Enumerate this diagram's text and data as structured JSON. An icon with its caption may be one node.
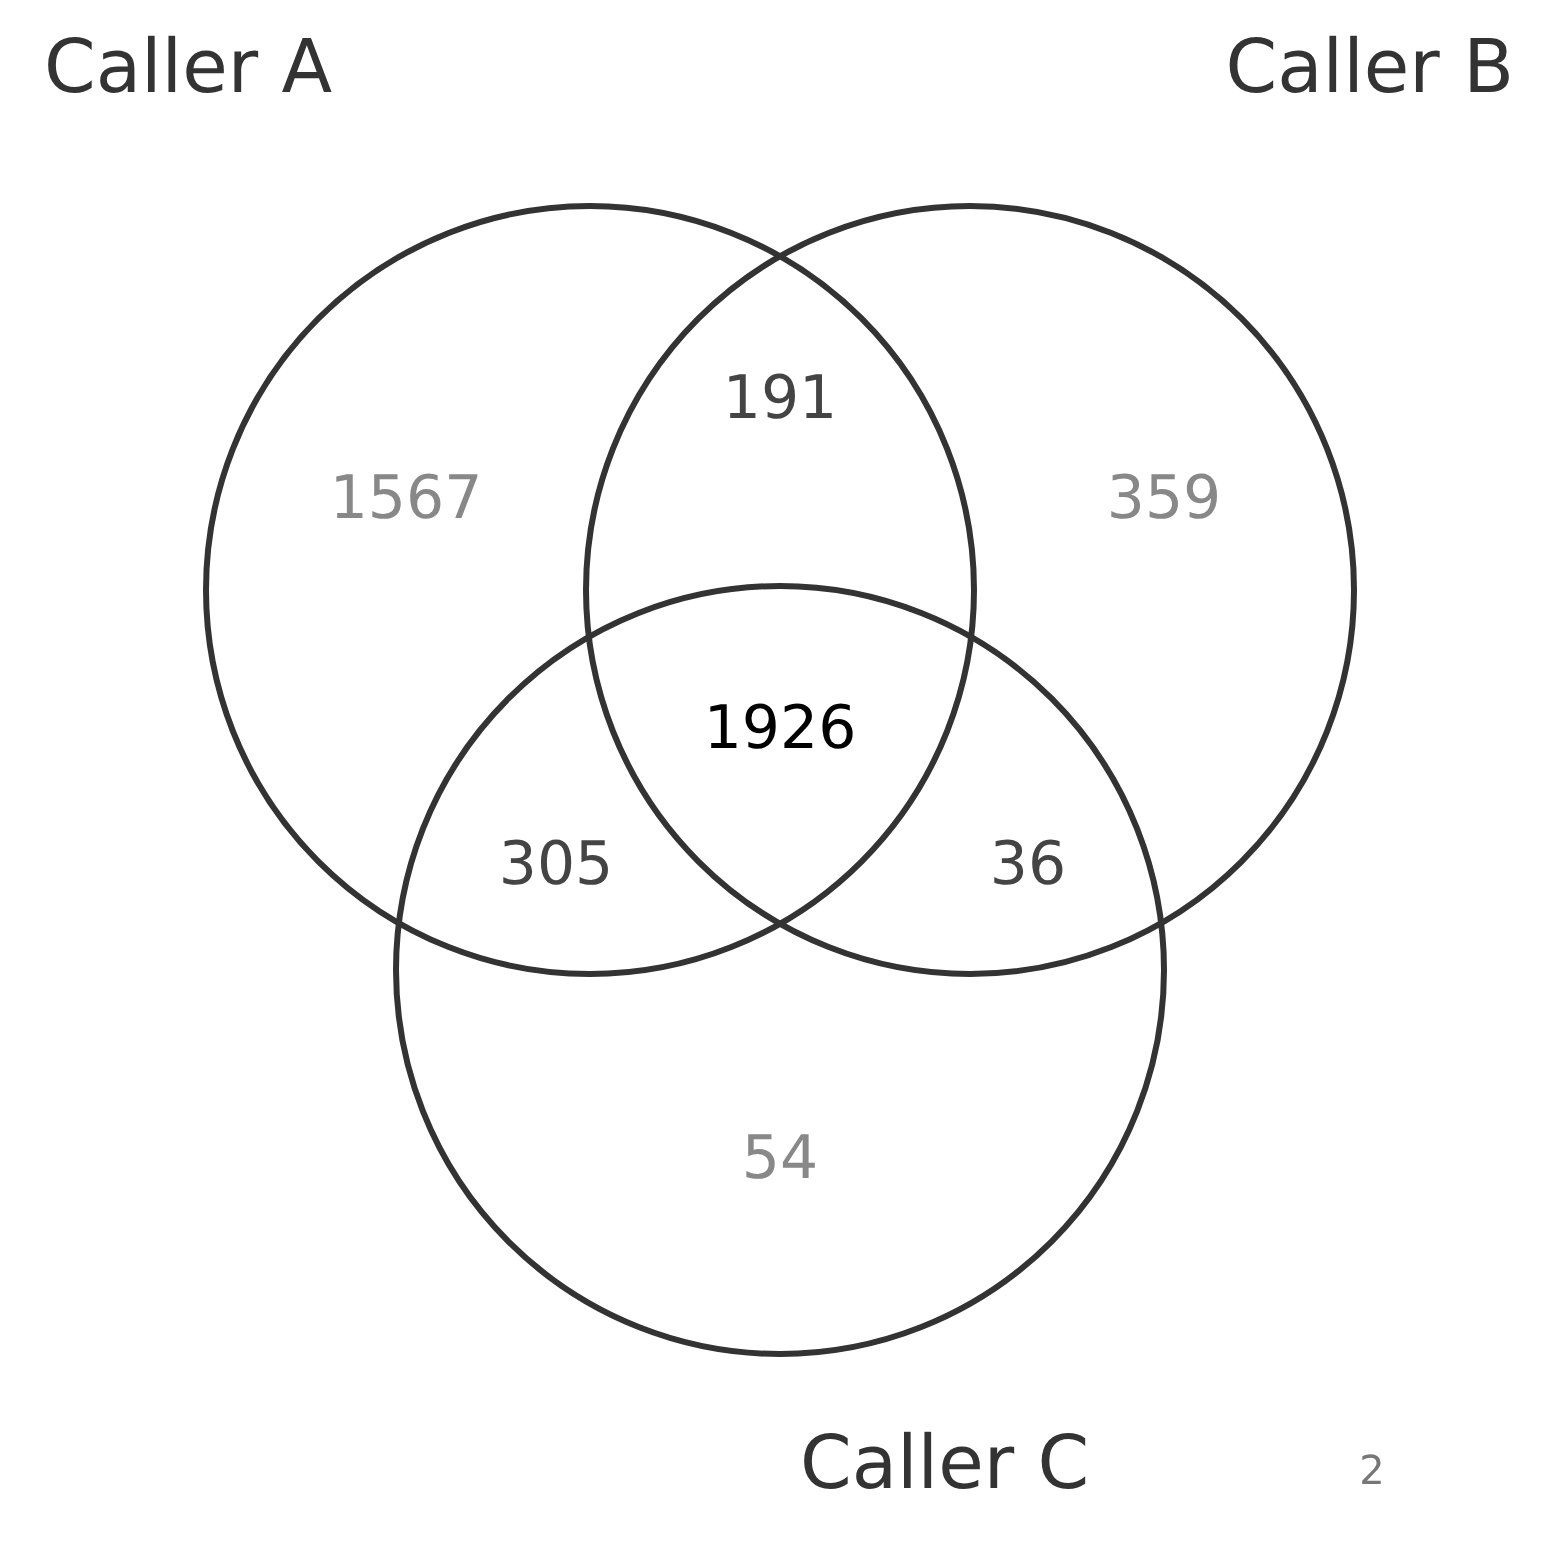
{
  "diagram": {
    "nodes": [
      {
        "text": [
          "Caller A"
        ]
      },
      {
        "text": [
          "Caller B"
        ]
      },
      {
        "text": [
          "Caller C"
        ]
      }
    ],
    "labels": [
      "1567",
      "191",
      "359",
      "1926",
      "305",
      "36",
      "54",
      "2"
    ]
  }
}
